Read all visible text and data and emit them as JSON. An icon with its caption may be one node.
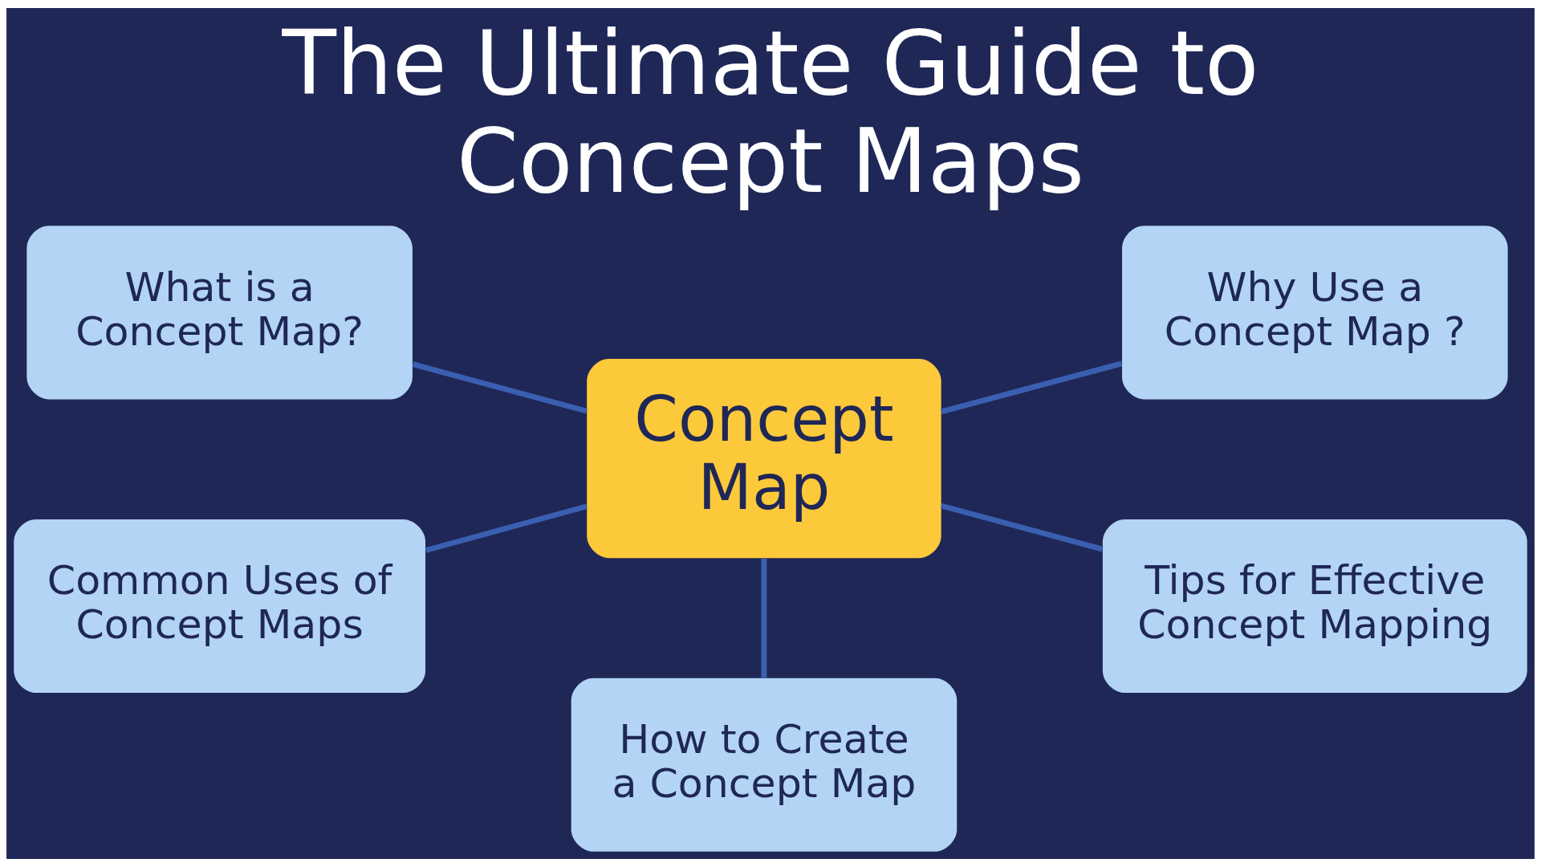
{
  "diagram": {
    "title": "The Ultimate Guide to Concept Maps",
    "nodes": [
      {
        "text": [
          "What is a Concept Map?"
        ]
      },
      {
        "text": [
          "Why Use a Concept Map ?"
        ]
      },
      {
        "text": [
          "Concept Map"
        ]
      },
      {
        "text": [
          "Common Uses of Concept Maps"
        ]
      },
      {
        "text": [
          "Tips for Effective Concept Mapping"
        ]
      },
      {
        "text": [
          "How to Create a Concept Map"
        ]
      }
    ],
    "edges": [
      {
        "from": 0,
        "to": 2,
        "arrow": "none"
      },
      {
        "from": 2,
        "to": 1,
        "arrow": "none"
      },
      {
        "from": 3,
        "to": 2,
        "arrow": "none"
      },
      {
        "from": 2,
        "to": 4,
        "arrow": "none"
      },
      {
        "from": 2,
        "to": 5,
        "arrow": "none"
      }
    ]
  }
}
